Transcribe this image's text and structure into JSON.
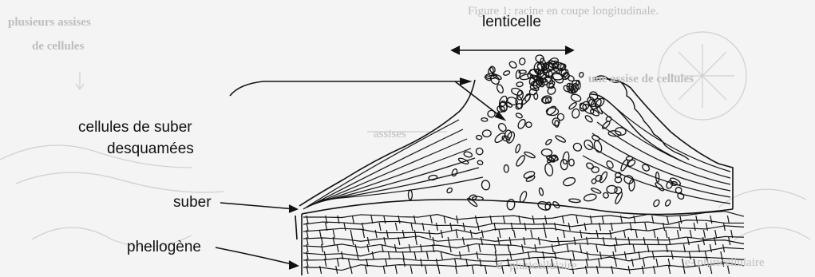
{
  "labels": {
    "lenticelle": "lenticelle",
    "cellules_line1": "cellules de suber",
    "cellules_line2": "desquamées",
    "suber": "suber",
    "phellogene": "phellogène"
  },
  "bleed_through": {
    "top_left_line1": "plusieurs assises",
    "top_left_line2": "de cellules",
    "figure_caption": "Figure 1: racine en coupe longitudinale.",
    "une_assise": "une assise de cellules",
    "assises_middle": "assises",
    "bottom_d": "d- pluricellulaire",
    "bottom_e": "e- pluricellulaire"
  },
  "colors": {
    "ink": "#111111",
    "paper": "#f4f4f4",
    "bleed": "#bdbdbd"
  }
}
